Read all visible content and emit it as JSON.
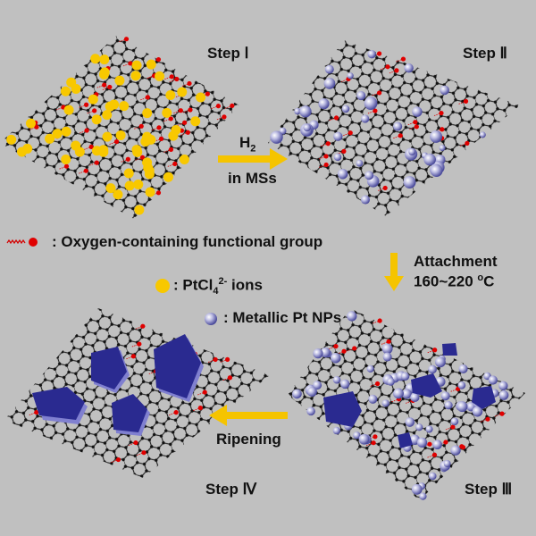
{
  "steps": {
    "s1": "Step Ⅰ",
    "s2": "Step Ⅱ",
    "s3": "Step Ⅲ",
    "s4": "Step Ⅳ"
  },
  "arrows": {
    "h2_main": "H",
    "h2_sub": "2",
    "h2_line2": "in MSs",
    "attach_line1": "Attachment",
    "attach_temp": "160~220 ",
    "attach_deg": "o",
    "attach_unit": "C",
    "ripening": "Ripening"
  },
  "legend": {
    "oxygen": ": Oxygen-containing functional group",
    "ptcl_prefix": ": PtCl",
    "ptcl_sub": "4",
    "ptcl_sup": "2-",
    "ptcl_suffix": " ions",
    "pt_nps": ": Metallic Pt NPs"
  },
  "colors": {
    "background": "#c0c0c0",
    "arrow": "#f5c400",
    "ion": "#f8c800",
    "oxygen": "#d40000",
    "pt_particle": "#3a3a9a"
  }
}
